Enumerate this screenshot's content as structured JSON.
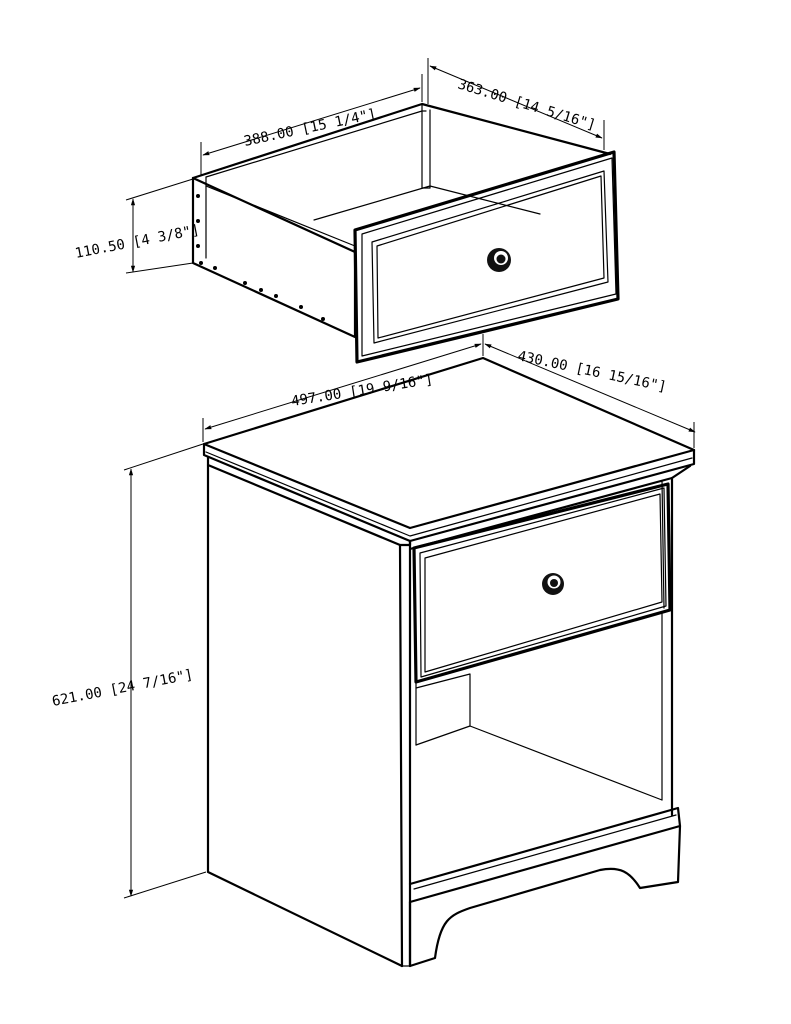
{
  "dimensions": {
    "drawer_depth": "363.00 [14 5/16\"]",
    "drawer_width": "388.00 [15 1/4\"]",
    "drawer_height": "110.50 [4 3/8\"]",
    "cabinet_width": "497.00 [19 9/16\"]",
    "cabinet_depth": "430.00 [16 15/16\"]",
    "cabinet_height": "621.00 [24 7/16\"]"
  },
  "colors": {
    "line": "#000000",
    "background": "#ffffff"
  }
}
